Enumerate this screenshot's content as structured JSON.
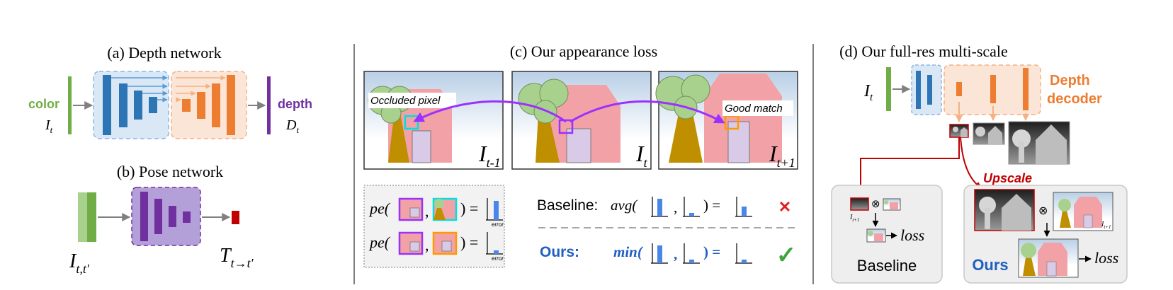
{
  "panels": {
    "a": {
      "title": "(a) Depth network",
      "color_label": "color",
      "input_symbol": "I",
      "input_sub": "t",
      "output_label": "depth",
      "output_symbol": "D",
      "output_sub": "t",
      "colors": {
        "green": "#70ad47",
        "blue": "#2e75b6",
        "orange": "#ed7d31",
        "purple": "#7030a0"
      }
    },
    "b": {
      "title": "(b) Pose network",
      "input_symbol": "I",
      "input_sub": "t,t′",
      "output_symbol": "T",
      "output_sub": "t→t′",
      "colors": {
        "purple": "#7030a0",
        "red": "#c00000"
      }
    },
    "c": {
      "title": "(c) Our appearance loss",
      "frames": [
        {
          "label": "I",
          "sub": "t-1",
          "annotation": "Occluded pixel"
        },
        {
          "label": "I",
          "sub": "t",
          "annotation": ""
        },
        {
          "label": "I",
          "sub": "t+1",
          "annotation": "Good match"
        }
      ],
      "pe_label": "pe(",
      "comma": ",",
      "close_equals": ") =",
      "error_label": "error",
      "baseline_label": "Baseline:",
      "baseline_func": "avg(",
      "ours_label": "Ours:",
      "ours_func": "min(",
      "cross_mark": "✕",
      "check_mark": "✓",
      "colors": {
        "purple": "#9b30ff",
        "cyan": "#00e0e0",
        "orange": "#ff9900",
        "blue": "#1f5fbf",
        "red": "#e02020",
        "green": "#3fa53a"
      }
    },
    "d": {
      "title": "(d) Our full-res multi-scale",
      "input_symbol": "I",
      "input_sub": "t",
      "decoder_label_line1": "Depth",
      "decoder_label_line2": "decoder",
      "upscale_label": "Upscale",
      "baseline_box_label": "Baseline",
      "ours_box_label": "Ours",
      "loss_label": "loss",
      "otimes": "⊗",
      "small_sub": "t+1",
      "colors": {
        "orange": "#ed7d31",
        "red": "#c00000",
        "blue": "#1f5fbf"
      }
    }
  }
}
